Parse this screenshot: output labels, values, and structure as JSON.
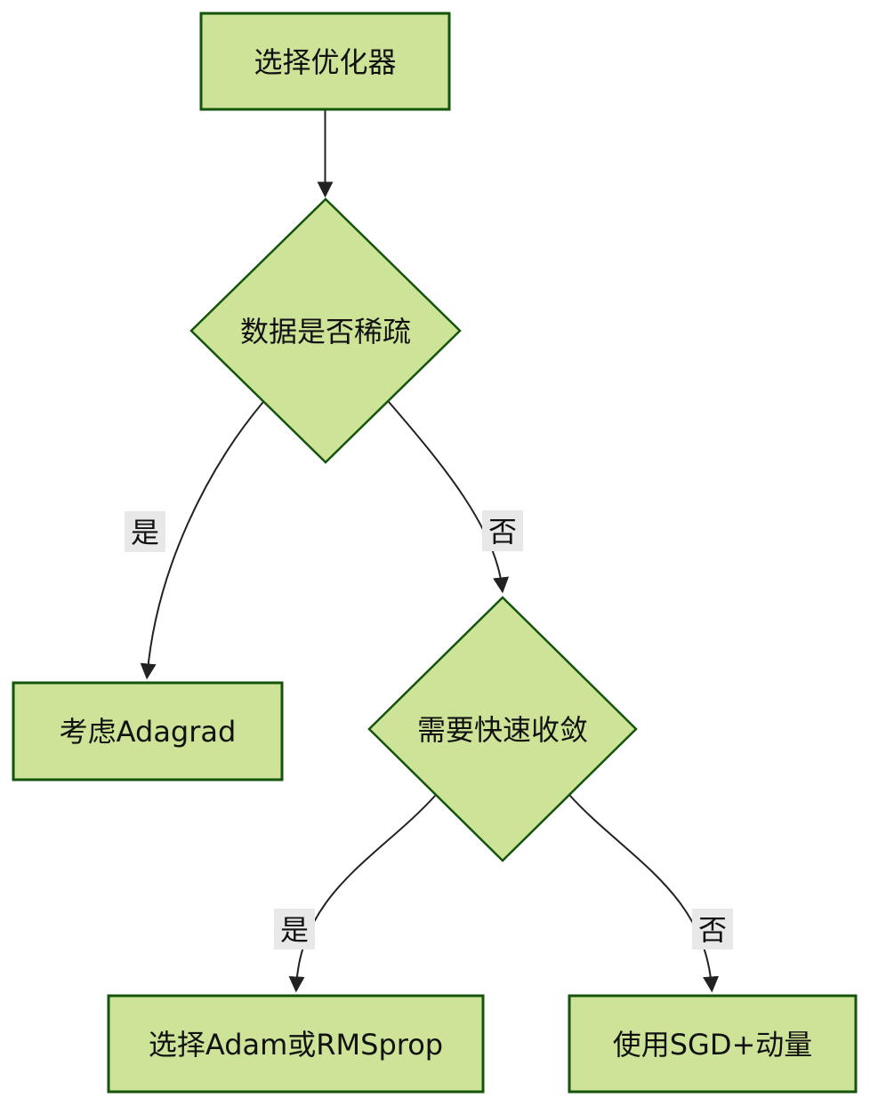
{
  "diagram": {
    "type": "flowchart",
    "direction": "top-down",
    "nodes": [
      {
        "id": "start",
        "shape": "rect",
        "label": "选择优化器"
      },
      {
        "id": "sparse",
        "shape": "diamond",
        "label": "数据是否稀疏"
      },
      {
        "id": "adagrad",
        "shape": "rect",
        "label": "考虑Adagrad"
      },
      {
        "id": "fast",
        "shape": "diamond",
        "label": "需要快速收敛"
      },
      {
        "id": "adam",
        "shape": "rect",
        "label": "选择Adam或RMSprop"
      },
      {
        "id": "sgd",
        "shape": "rect",
        "label": "使用SGD+动量"
      }
    ],
    "edges": [
      {
        "from": "选择优化器",
        "to": "数据是否稀疏",
        "label": ""
      },
      {
        "from": "数据是否稀疏",
        "to": "考虑Adagrad",
        "label": "是"
      },
      {
        "from": "数据是否稀疏",
        "to": "需要快速收敛",
        "label": "否"
      },
      {
        "from": "需要快速收敛",
        "to": "选择Adam或RMSprop",
        "label": "是"
      },
      {
        "from": "需要快速收敛",
        "to": "使用SGD+动量",
        "label": "否"
      }
    ],
    "colors": {
      "node_fill": "#cde498",
      "node_stroke": "#14540c",
      "edge_stroke": "#222222",
      "edge_label_bg": "#e8e8e8",
      "text_color": "#111111"
    }
  }
}
